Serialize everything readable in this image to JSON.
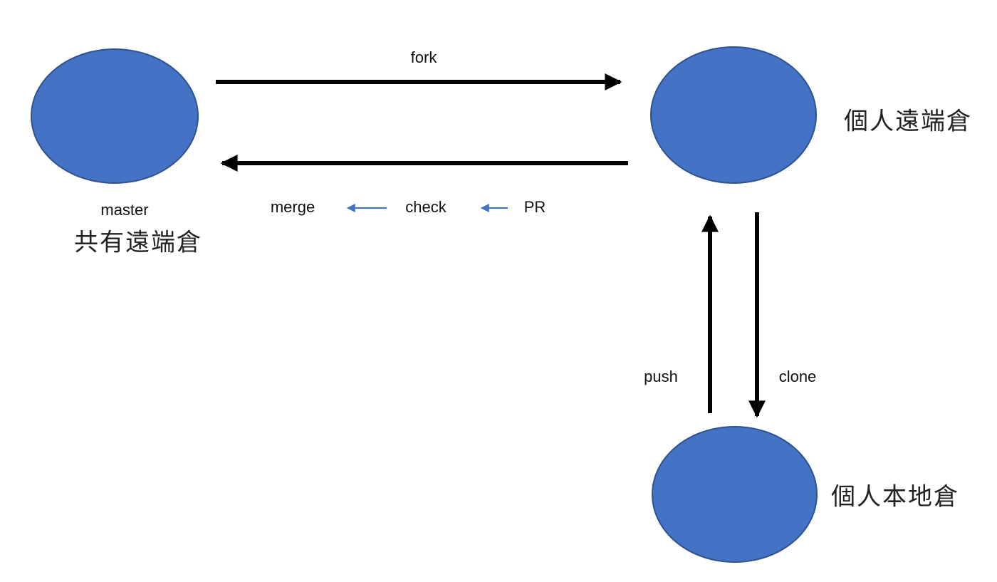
{
  "diagram": {
    "title": "git fork workflow diagram",
    "background_color": "#ffffff",
    "node_fill_color": "#4472C4",
    "node_border_color": "#2F528F",
    "main_arrow_color": "#000000",
    "small_arrow_color": "#4472C4",
    "text_color": "#111111"
  },
  "nodes": {
    "shared_remote": {
      "name_label": "master",
      "caption": "共有遠端倉"
    },
    "personal_remote": {
      "caption": "個人遠端倉"
    },
    "personal_local": {
      "caption": "個人本地倉"
    }
  },
  "edges": {
    "fork": {
      "label": "fork",
      "from": "shared_remote",
      "to": "personal_remote",
      "direction": "right"
    },
    "merge_flow": {
      "labels": [
        "merge",
        "check",
        "PR"
      ],
      "from": "personal_remote",
      "to": "shared_remote",
      "direction": "left"
    },
    "push": {
      "label": "push",
      "from": "personal_local",
      "to": "personal_remote",
      "direction": "up"
    },
    "clone": {
      "label": "clone",
      "from": "personal_remote",
      "to": "personal_local",
      "direction": "down"
    }
  }
}
